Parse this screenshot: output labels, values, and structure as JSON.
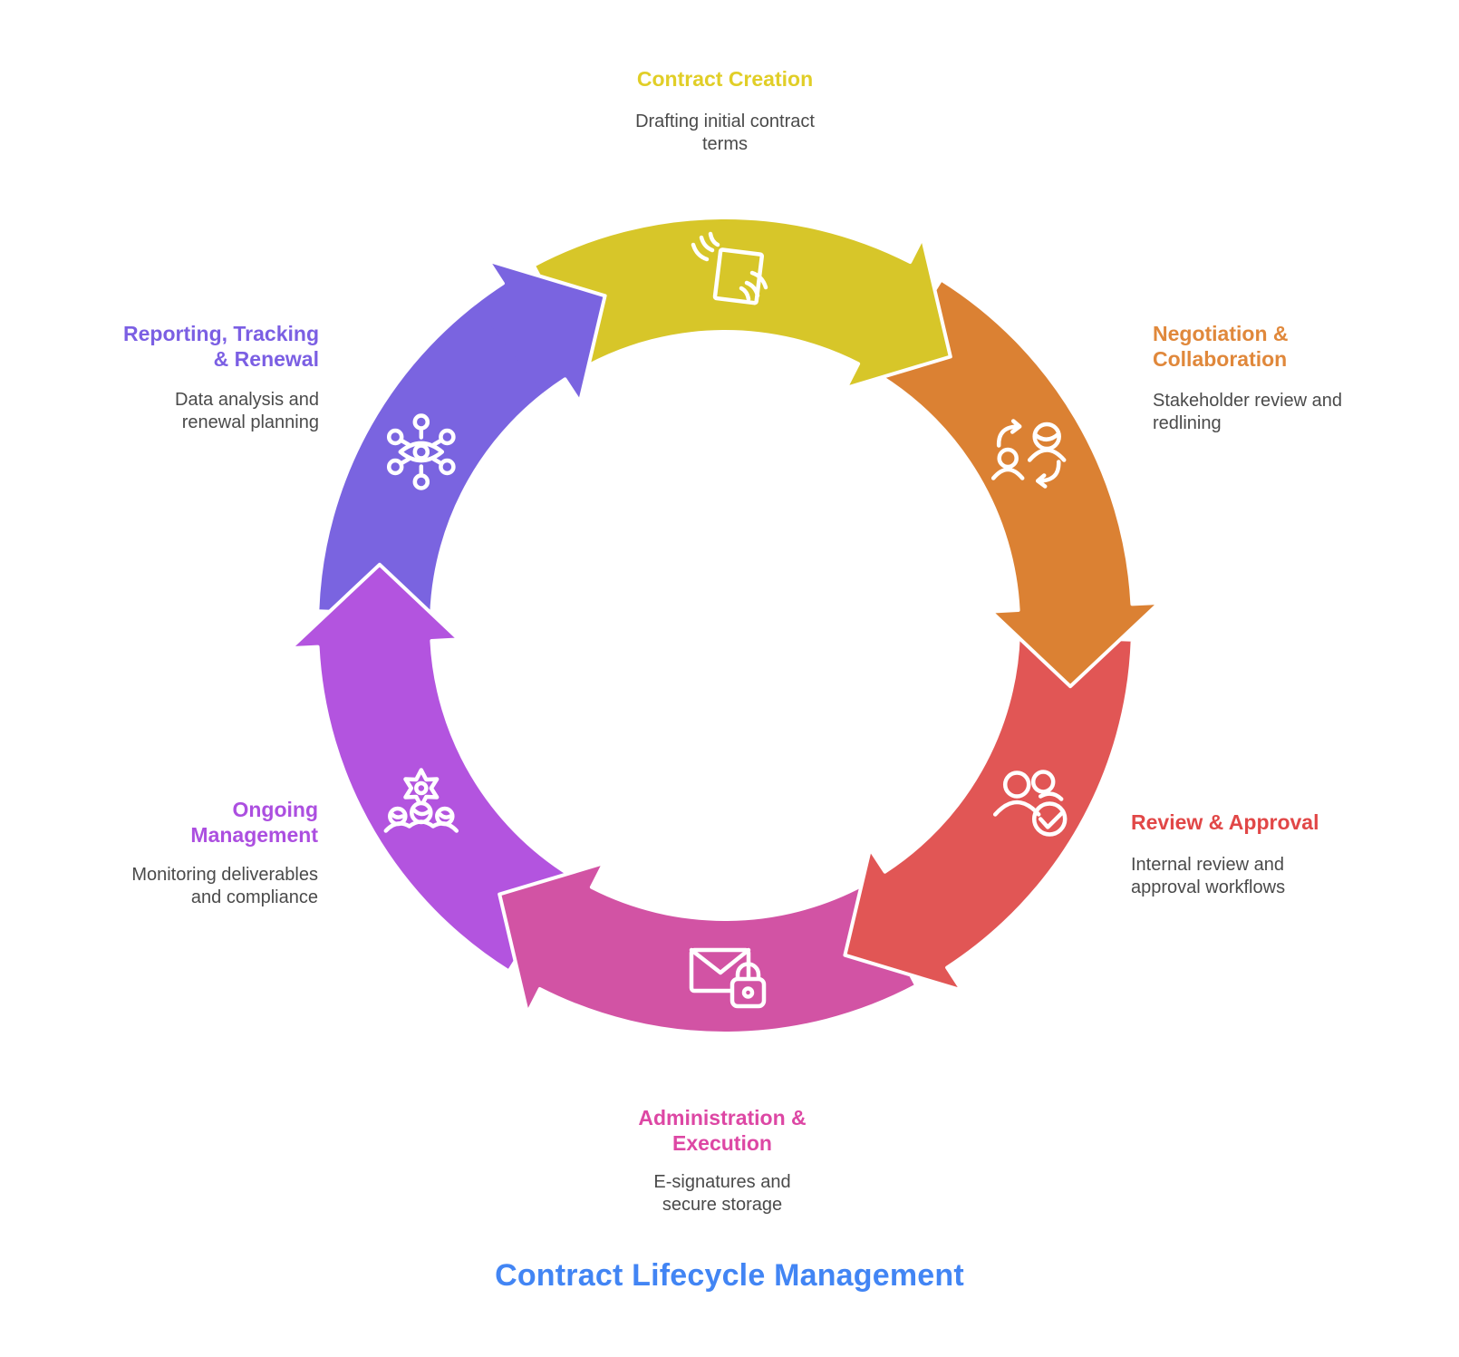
{
  "title": "Contract Lifecycle Management",
  "title_color": "#4285F4",
  "desc_color": "#4a4a4a",
  "stages": [
    {
      "id": "contract-creation",
      "label": "Contract Creation",
      "desc": "Drafting initial contract\nterms",
      "color": "#D7C629",
      "label_color": "#E1CE27",
      "icon": "document-hands-icon"
    },
    {
      "id": "negotiation-collaboration",
      "label": "Negotiation &\nCollaboration",
      "desc": "Stakeholder review and\nredlining",
      "color": "#DB8133",
      "label_color": "#E0883B",
      "icon": "people-swap-icon"
    },
    {
      "id": "review-approval",
      "label": "Review & Approval",
      "desc": "Internal review and\napproval workflows",
      "color": "#E15655",
      "label_color": "#E14747",
      "icon": "people-check-icon"
    },
    {
      "id": "administration-execution",
      "label": "Administration &\nExecution",
      "desc": "E-signatures and\nsecure storage",
      "color": "#D253A4",
      "label_color": "#DD47A4",
      "icon": "envelope-lock-icon"
    },
    {
      "id": "ongoing-management",
      "label": "Ongoing\nManagement",
      "desc": "Monitoring deliverables\nand compliance",
      "color": "#B354DF",
      "label_color": "#AC4FE0",
      "icon": "gear-team-icon"
    },
    {
      "id": "reporting-tracking-renewal",
      "label": "Reporting, Tracking\n& Renewal",
      "desc": "Data analysis and\nrenewal planning",
      "color": "#7A64E0",
      "label_color": "#7B5FE3",
      "icon": "eye-network-icon"
    }
  ]
}
